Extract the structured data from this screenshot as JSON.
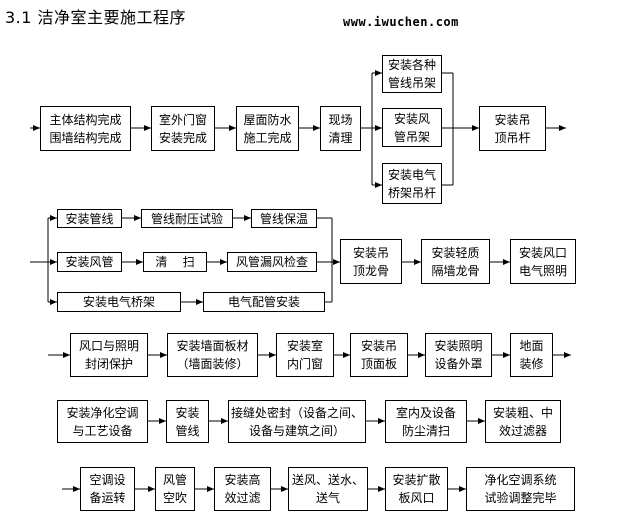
{
  "title": "3.1 洁净室主要施工程序",
  "watermark": "www.iwuchen.com",
  "row1": {
    "structure": [
      "主体结构完成",
      "围墙结构完成"
    ],
    "doors": [
      "室外门窗",
      "安装完成"
    ],
    "roof": [
      "屋面防水",
      "施工完成"
    ],
    "cleanup": [
      "现场",
      "清理"
    ],
    "hangers": [
      "安装各种",
      "管线吊架"
    ],
    "duct_hangers": [
      "安装风",
      "管吊架"
    ],
    "tray_hangers": [
      "安装电气",
      "桥架吊杆"
    ],
    "ceiling_rods": [
      "安装吊",
      "顶吊杆"
    ]
  },
  "row2": {
    "pipe_install": "安装管线",
    "pressure_test": "管线耐压试验",
    "pipe_insulation": "管线保温",
    "duct_install": "安装风管",
    "clean": "清    扫",
    "leak_check": "风管漏风检查",
    "tray_install": "安装电气桥架",
    "wiring": "电气配管安装",
    "ceiling_keel": [
      "安装吊",
      "顶龙骨"
    ],
    "partition_keel": [
      "安装轻质",
      "隔墙龙骨"
    ],
    "outlets_lighting": [
      "安装风口",
      "电气照明"
    ]
  },
  "row3": {
    "seal_protect": [
      "风口与照明",
      "封闭保护"
    ],
    "wall_panels": [
      "安装墙面板材",
      "（墙面装修）"
    ],
    "indoor_doors": [
      "安装室",
      "内门窗"
    ],
    "ceiling_panels": [
      "安装吊",
      "顶面板"
    ],
    "lighting_covers": [
      "安装照明",
      "设备外罩"
    ],
    "floor": [
      "地面",
      "装修"
    ]
  },
  "row4": {
    "hvac_install": [
      "安装净化空调",
      "与工艺设备"
    ],
    "duct_lines": [
      "安装",
      "管线"
    ],
    "joint_seal": [
      "接缝处密封（设备之间、",
      "设备与建筑之间）"
    ],
    "dust_clean": [
      "室内及设备",
      "防尘清扫"
    ],
    "filters": [
      "安装粗、中",
      "效过滤器"
    ]
  },
  "row5": {
    "ac_run": [
      "空调设",
      "备运转"
    ],
    "duct_blow": [
      "风管",
      "空吹"
    ],
    "hepa": [
      "安装高",
      "效过滤"
    ],
    "supply": [
      "送风、送水、",
      "送气"
    ],
    "diffuser": [
      "安装扩散",
      "板风口"
    ],
    "commissioning": [
      "净化空调系统",
      "试验调整完毕"
    ]
  }
}
